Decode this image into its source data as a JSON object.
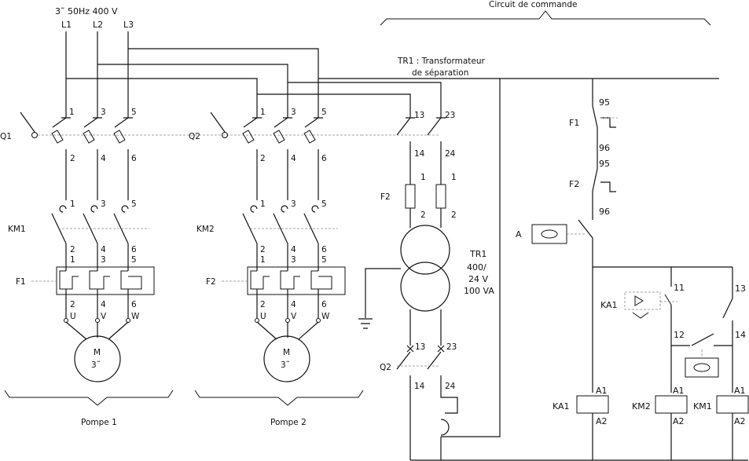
{
  "supply": {
    "label": "3˜ 50Hz 400 V",
    "phases": [
      "L1",
      "L2",
      "L3"
    ]
  },
  "transformer": {
    "title_line1": "TR1 : Transformateur",
    "title_line2": "de séparation",
    "name": "TR1",
    "primary": "400/",
    "secondary": "24 V",
    "power": "100 VA"
  },
  "motor": {
    "letter": "M",
    "phase": "3˜"
  },
  "labels": {
    "control_title": "Circuit de commande",
    "q1": "Q1",
    "q2": "Q2",
    "km1": "KM1",
    "km2": "KM2",
    "ka1": "KA1",
    "f1": "F1",
    "f2": "F2",
    "a": "A",
    "pompe1": "Pompe 1",
    "pompe2": "Pompe 2"
  }
}
